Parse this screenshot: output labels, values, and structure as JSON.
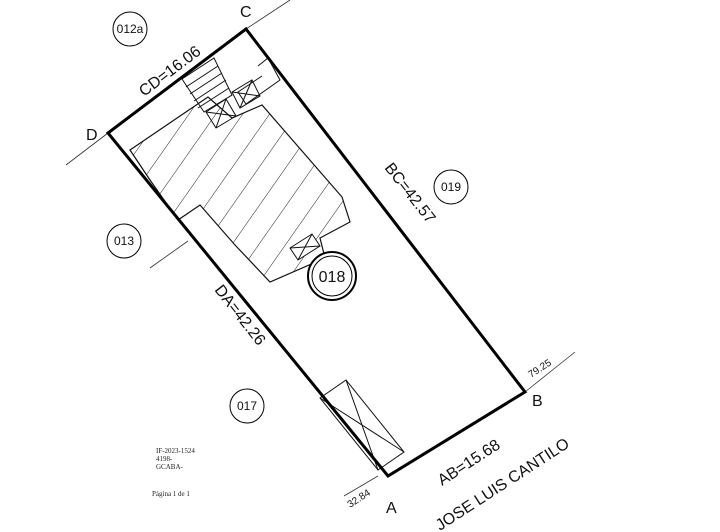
{
  "vertices": {
    "a": "A",
    "b": "B",
    "c": "C",
    "d": "D"
  },
  "dimensions": {
    "ab": "AB=15.68",
    "bc": "BC=42.57",
    "cd": "CD=16.06",
    "da": "DA=42.26"
  },
  "parcels": {
    "main": "018",
    "right": "019",
    "left": "013",
    "lower_left": "017",
    "top": "012a"
  },
  "measures": {
    "a_corner": "32.84",
    "b_corner": "79.25"
  },
  "street": "JOSE LUIS CANTILO",
  "document": {
    "line1": "IF-2023-1524",
    "line2": "4198-",
    "line3": "GCABA-",
    "page": "Página 1 de 1"
  }
}
